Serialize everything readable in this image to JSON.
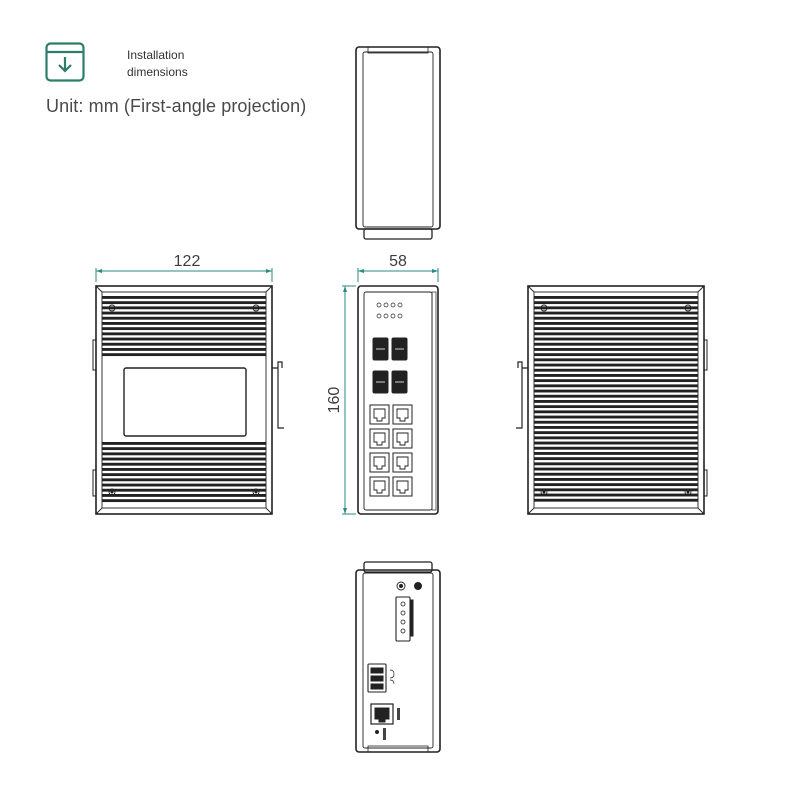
{
  "header": {
    "title_line1": "Installation",
    "title_line2": "dimensions",
    "icon": "download-box-icon",
    "unit_text": "Unit: mm (First-angle projection)",
    "accent_color": "#2e7d6b"
  },
  "dimensions": {
    "width": "122",
    "depth": "58",
    "height": "160",
    "dim_color": "#2b8a86"
  },
  "views": {
    "top": "top-view",
    "front": "front-view",
    "left_side": "left-side-view",
    "right_side": "right-side-view",
    "bottom": "bottom-view"
  }
}
